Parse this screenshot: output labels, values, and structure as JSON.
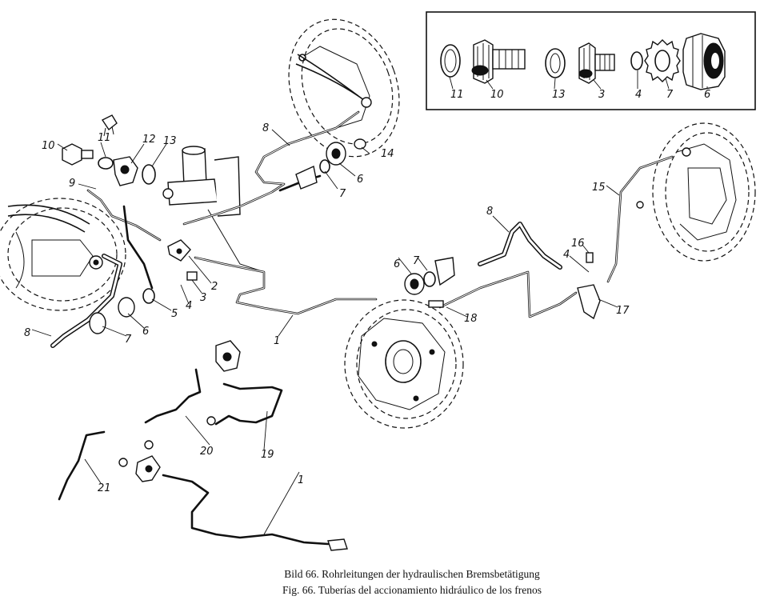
{
  "figure": {
    "caption_de": "Bild 66. Rohrleitungen der hydraulischen Bremsbetätigung",
    "caption_es": "Fig. 66. Tuberías del accionamiento hidráulico de los frenos"
  },
  "inset_labels": [
    "11",
    "10",
    "13",
    "3",
    "4",
    "7",
    "6"
  ],
  "main_labels": [
    "10",
    "11",
    "12",
    "13",
    "9",
    "8",
    "14",
    "6",
    "7",
    "2",
    "3",
    "4",
    "5",
    "6",
    "7",
    "8",
    "1",
    "8",
    "6",
    "7",
    "18",
    "15",
    "16",
    "4",
    "17"
  ],
  "lower_labels": [
    "20",
    "19",
    "21",
    "1"
  ]
}
